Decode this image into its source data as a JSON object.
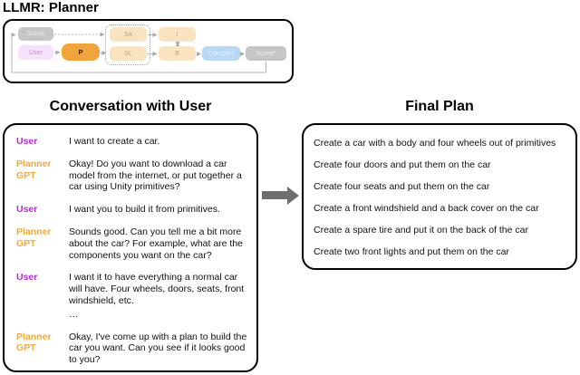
{
  "title": "LLMR: Planner",
  "diagram": {
    "nodes": {
      "scene_in": "Scene",
      "user": "User",
      "planner": "P",
      "scene_analyzer": "SA",
      "skill_library": "SL",
      "inspector": "I",
      "builder": "B",
      "compiler": "Compiler",
      "scene_out": "Scene*"
    },
    "colors": {
      "planner_node_bg": "#f0a43c",
      "module_node_bg": "#fae4c0",
      "scene_node_bg": "#c6c6c6",
      "user_node_bg": "#f6e1fa",
      "compiler_node_bg": "#b8d8f4",
      "connector": "#b4b4b4"
    }
  },
  "conversation": {
    "heading": "Conversation with User",
    "speaker_colors": {
      "user": "#b42dd4",
      "planner": "#f5a83a"
    },
    "messages": [
      {
        "speaker": "User",
        "speaker_key": "user",
        "text": "I want to create a car."
      },
      {
        "speaker": "Planner GPT",
        "speaker_key": "planner",
        "text": "Okay! Do you want to download a car model from the internet, or put together a car using Unity primitives?"
      },
      {
        "speaker": "User",
        "speaker_key": "user",
        "text": "I want you to build it from primitives."
      },
      {
        "speaker": "Planner GPT",
        "speaker_key": "planner",
        "text": "Sounds good. Can you tell me a bit more about the car? For example, what are the components you want on the car?"
      },
      {
        "speaker": "User",
        "speaker_key": "user",
        "text": "I want it to have everything a normal car will have. Four wheels, doors, seats, front windshield, etc.",
        "note": "…"
      },
      {
        "speaker": "Planner GPT",
        "speaker_key": "planner",
        "text": "Okay, I've come up with a plan to build the car you want. Can you see if it looks good to you?"
      }
    ]
  },
  "flow_arrow": {
    "color": "#6e6e6e"
  },
  "final_plan": {
    "heading": "Final Plan",
    "items": [
      "Create a car with a body and four wheels out of primitives",
      "Create four doors and put them on the car",
      "Create four seats and put them on the car",
      "Create a front windshield and a back cover on the car",
      "Create a spare tire and put it on the back of the car",
      "Create two front lights and put them on the car"
    ]
  }
}
